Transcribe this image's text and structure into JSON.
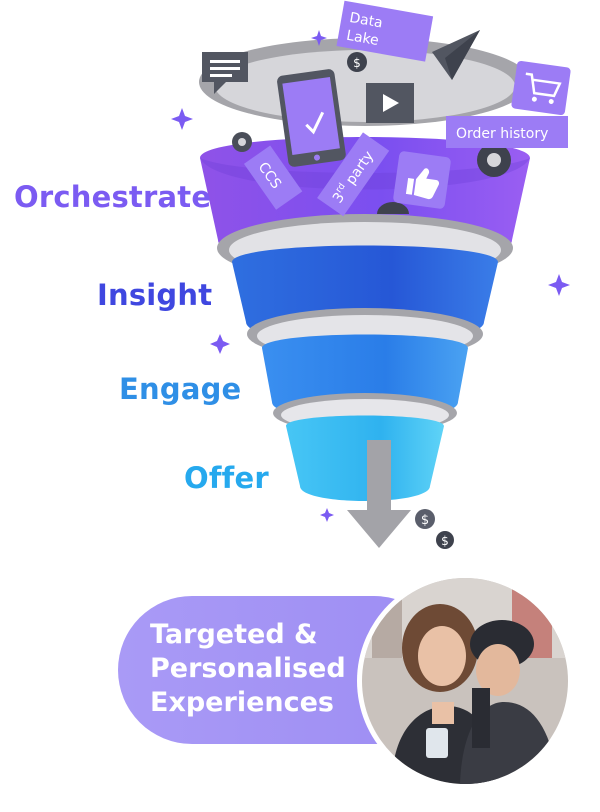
{
  "stages": {
    "orchestrate": "Orchestrate",
    "insight": "Insight",
    "engage": "Engage",
    "offer": "Offer"
  },
  "inputs": {
    "data_lake_line1": "Data",
    "data_lake_line2": "Lake",
    "order_history": "Order history",
    "ccs": "CCS",
    "third_party_prefix": "3",
    "third_party_sup": "rd",
    "third_party_suffix": " party"
  },
  "outcome": {
    "line1": "Targeted &",
    "line2": "Personalised",
    "line3": "Experiences"
  },
  "icons": [
    "chat-bubble-icon",
    "smartphone-check-icon",
    "video-play-icon",
    "paper-plane-icon",
    "shopping-cart-icon",
    "thumbs-up-icon",
    "gear-icon",
    "dollar-coin-icon",
    "sparkle-icon",
    "down-arrow-icon"
  ],
  "colors": {
    "orchestrate": "#7b5bf2",
    "insight": "#3f47e0",
    "engage": "#2f8fe6",
    "offer": "#26a9ee",
    "card": "#9c7cf5",
    "funnel_grey": "#9e9ea3",
    "pill": "#a99af6"
  }
}
